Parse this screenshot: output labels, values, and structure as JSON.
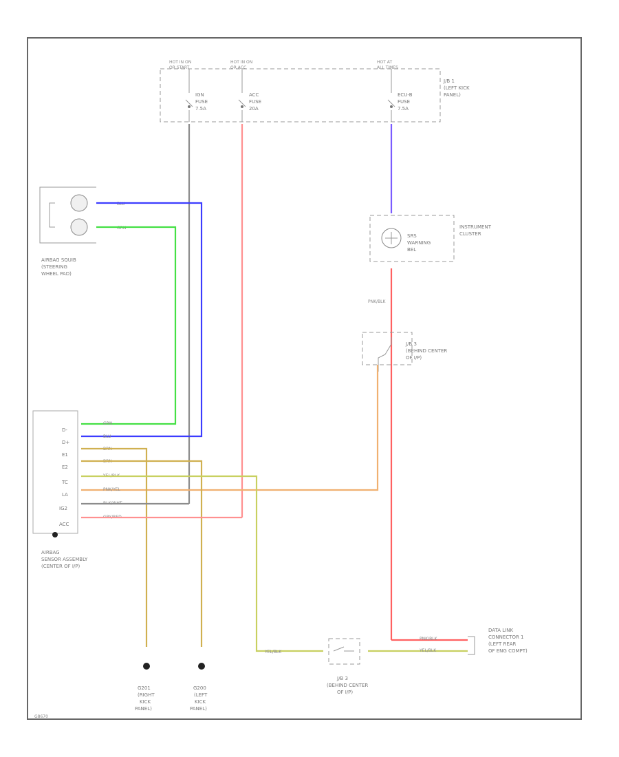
{
  "colors": {
    "blu": "#3c3cff",
    "grn": "#44e044",
    "gry": "#8c8c8c",
    "brn": "#d0b050",
    "yel": "#c8d060",
    "pnk": "#ff6060",
    "orn": "#f0b070",
    "red": "#ff9090",
    "vio": "#7a5cff"
  },
  "fuse_box": {
    "hot1": [
      "HOT IN ON",
      "OR START"
    ],
    "hot2": [
      "HOT IN ON",
      "OR ACC"
    ],
    "hot3": [
      "HOT AT",
      "ALL TIMES"
    ],
    "jb_title": [
      "J/B 1",
      "(LEFT KICK",
      "PANEL)"
    ],
    "fuse1": [
      "IGN",
      "FUSE",
      "7.5A"
    ],
    "fuse2": [
      "ACC",
      "FUSE",
      "20A"
    ],
    "fuse3": [
      "ECU-B",
      "FUSE",
      "7.5A"
    ]
  },
  "squib": {
    "label": [
      "AIRBAG SQUIB",
      "(STEERING",
      "WHEEL PAD)"
    ],
    "wire1": "BLU",
    "wire2": "GRN"
  },
  "cluster": {
    "label": [
      "INSTRUMENT",
      "CLUSTER"
    ],
    "inner": [
      "SRS",
      "WARNING",
      "BEL"
    ]
  },
  "jb3_upper": {
    "wire_top": "PNK/BLK",
    "label": [
      "J/B 3",
      "(BEHIND CENTER",
      "OF I/P)"
    ]
  },
  "sensor": {
    "pins": [
      "D-",
      "D+",
      "E1",
      "E2",
      "TC",
      "LA",
      "IG2",
      "ACC"
    ],
    "wires": [
      "GRN",
      "BLU",
      "BRN",
      "BRN",
      "YEL/BLK",
      "PNK/YEL",
      "BLK/WHT",
      "GRY/RED"
    ],
    "label": [
      "AIRBAG",
      "SENSOR ASSEMBLY",
      "(CENTER OF I/P)"
    ]
  },
  "grounds": {
    "g1": [
      "G201",
      "(RIGHT",
      "KICK",
      "PANEL)"
    ],
    "g2": [
      "G200",
      "(LEFT",
      "KICK",
      "PANEL)"
    ]
  },
  "jb3_lower": {
    "wire_left": "YEL/BLK",
    "label": [
      "J/B 3",
      "(BEHIND CENTER",
      "OF I/P)"
    ]
  },
  "dlc": {
    "wire1": "PNK/BLK",
    "wire2": "YEL/BLK",
    "label": [
      "DATA LINK",
      "CONNECTOR 1",
      "(LEFT REAR",
      "OF ENG COMPT)"
    ]
  },
  "footer": {
    "code": "G8670"
  }
}
